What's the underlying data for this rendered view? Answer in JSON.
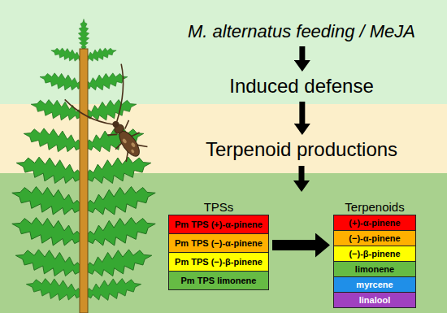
{
  "diagram": {
    "nodes": [
      {
        "text": [
          "M. alternatus feeding / MeJA"
        ]
      },
      {
        "text": [
          "Induced defense"
        ]
      },
      {
        "text": [
          "Terpenoid productions"
        ]
      },
      {
        "text": [
          "TPSs"
        ]
      },
      {
        "text": [
          "Pm TPS (+)-α-pinene"
        ],
        "in": 3
      },
      {
        "text": [
          "Pm TPS (−)-α-pinene"
        ],
        "in": 3
      },
      {
        "text": [
          "Pm TPS (−)-β-pinene"
        ],
        "in": 3
      },
      {
        "text": [
          "Pm TPS limonene"
        ],
        "in": 3
      },
      {
        "text": [
          "Terpenoids"
        ]
      },
      {
        "text": [
          "(+)-α-pinene"
        ],
        "in": 8
      },
      {
        "text": [
          "(−)-α-pinene"
        ],
        "in": 8
      },
      {
        "text": [
          "(−)-β-pinene"
        ],
        "in": 8
      },
      {
        "text": [
          "limonene"
        ],
        "in": 8
      },
      {
        "text": [
          "myrcene"
        ],
        "in": 8
      },
      {
        "text": [
          "linalool"
        ],
        "in": 8
      }
    ],
    "edges": [
      {
        "from": 0,
        "to": 1,
        "arrow": "to"
      },
      {
        "from": 1,
        "to": 2,
        "arrow": "to"
      },
      {
        "from": 3,
        "to": 8,
        "arrow": "to"
      }
    ]
  }
}
